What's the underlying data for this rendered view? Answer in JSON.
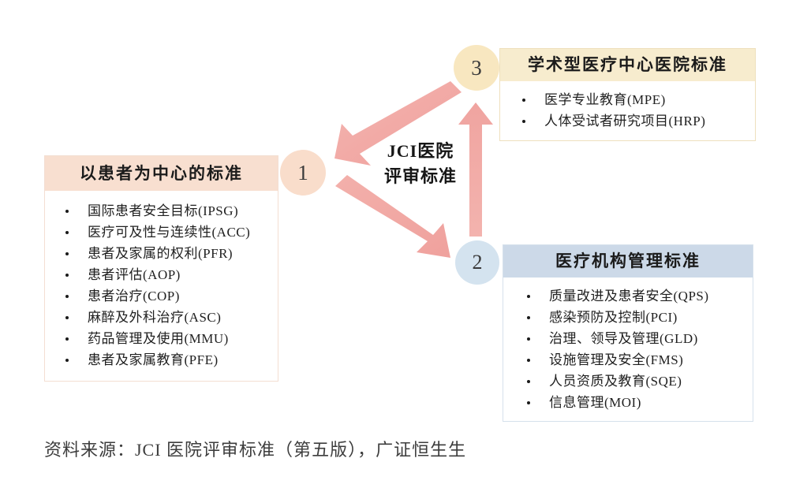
{
  "diagram": {
    "center_label": {
      "lines": [
        "JCI医院",
        "评审标准"
      ]
    },
    "nodes": [
      {
        "number": "1",
        "title": "以患者为中心的标准",
        "accent": "#f8dfd0",
        "circle_color": "#f9ddcb",
        "items": [
          "国际患者安全目标(IPSG)",
          "医疗可及性与连续性(ACC)",
          "患者及家属的权利(PFR)",
          "患者评估(AOP)",
          "患者治疗(COP)",
          "麻醉及外科治疗(ASC)",
          "药品管理及使用(MMU)",
          "患者及家属教育(PFE)"
        ]
      },
      {
        "number": "2",
        "title": "医疗机构管理标准",
        "accent": "#ccd9e8",
        "circle_color": "#d4e3ef",
        "items": [
          "质量改进及患者安全(QPS)",
          "感染预防及控制(PCI)",
          "治理、领导及管理(GLD)",
          "设施管理及安全(FMS)",
          "人员资质及教育(SQE)",
          "信息管理(MOI)"
        ]
      },
      {
        "number": "3",
        "title": "学术型医疗中心医院标准",
        "accent": "#f7ecce",
        "circle_color": "#f8e7c0",
        "items": [
          "医学专业教育(MPE)",
          "人体受试者研究项目(HRP)"
        ]
      }
    ],
    "arrows": [
      {
        "name": "arrow-3-to-1",
        "from": "3",
        "to": "1",
        "color": "#f0a9a5"
      },
      {
        "name": "arrow-1-to-2",
        "from": "1",
        "to": "2",
        "color": "#f0a9a5"
      },
      {
        "name": "arrow-2-to-3",
        "from": "2",
        "to": "3",
        "color": "#f2aaa6"
      }
    ],
    "colors": {
      "arrow": "#f0a9a5",
      "text": "#1b1b1b",
      "caption": "#3d3d3d",
      "background": "#ffffff"
    }
  },
  "footer": {
    "caption": "资料来源：JCI 医院评审标准（第五版），广证恒生生"
  }
}
